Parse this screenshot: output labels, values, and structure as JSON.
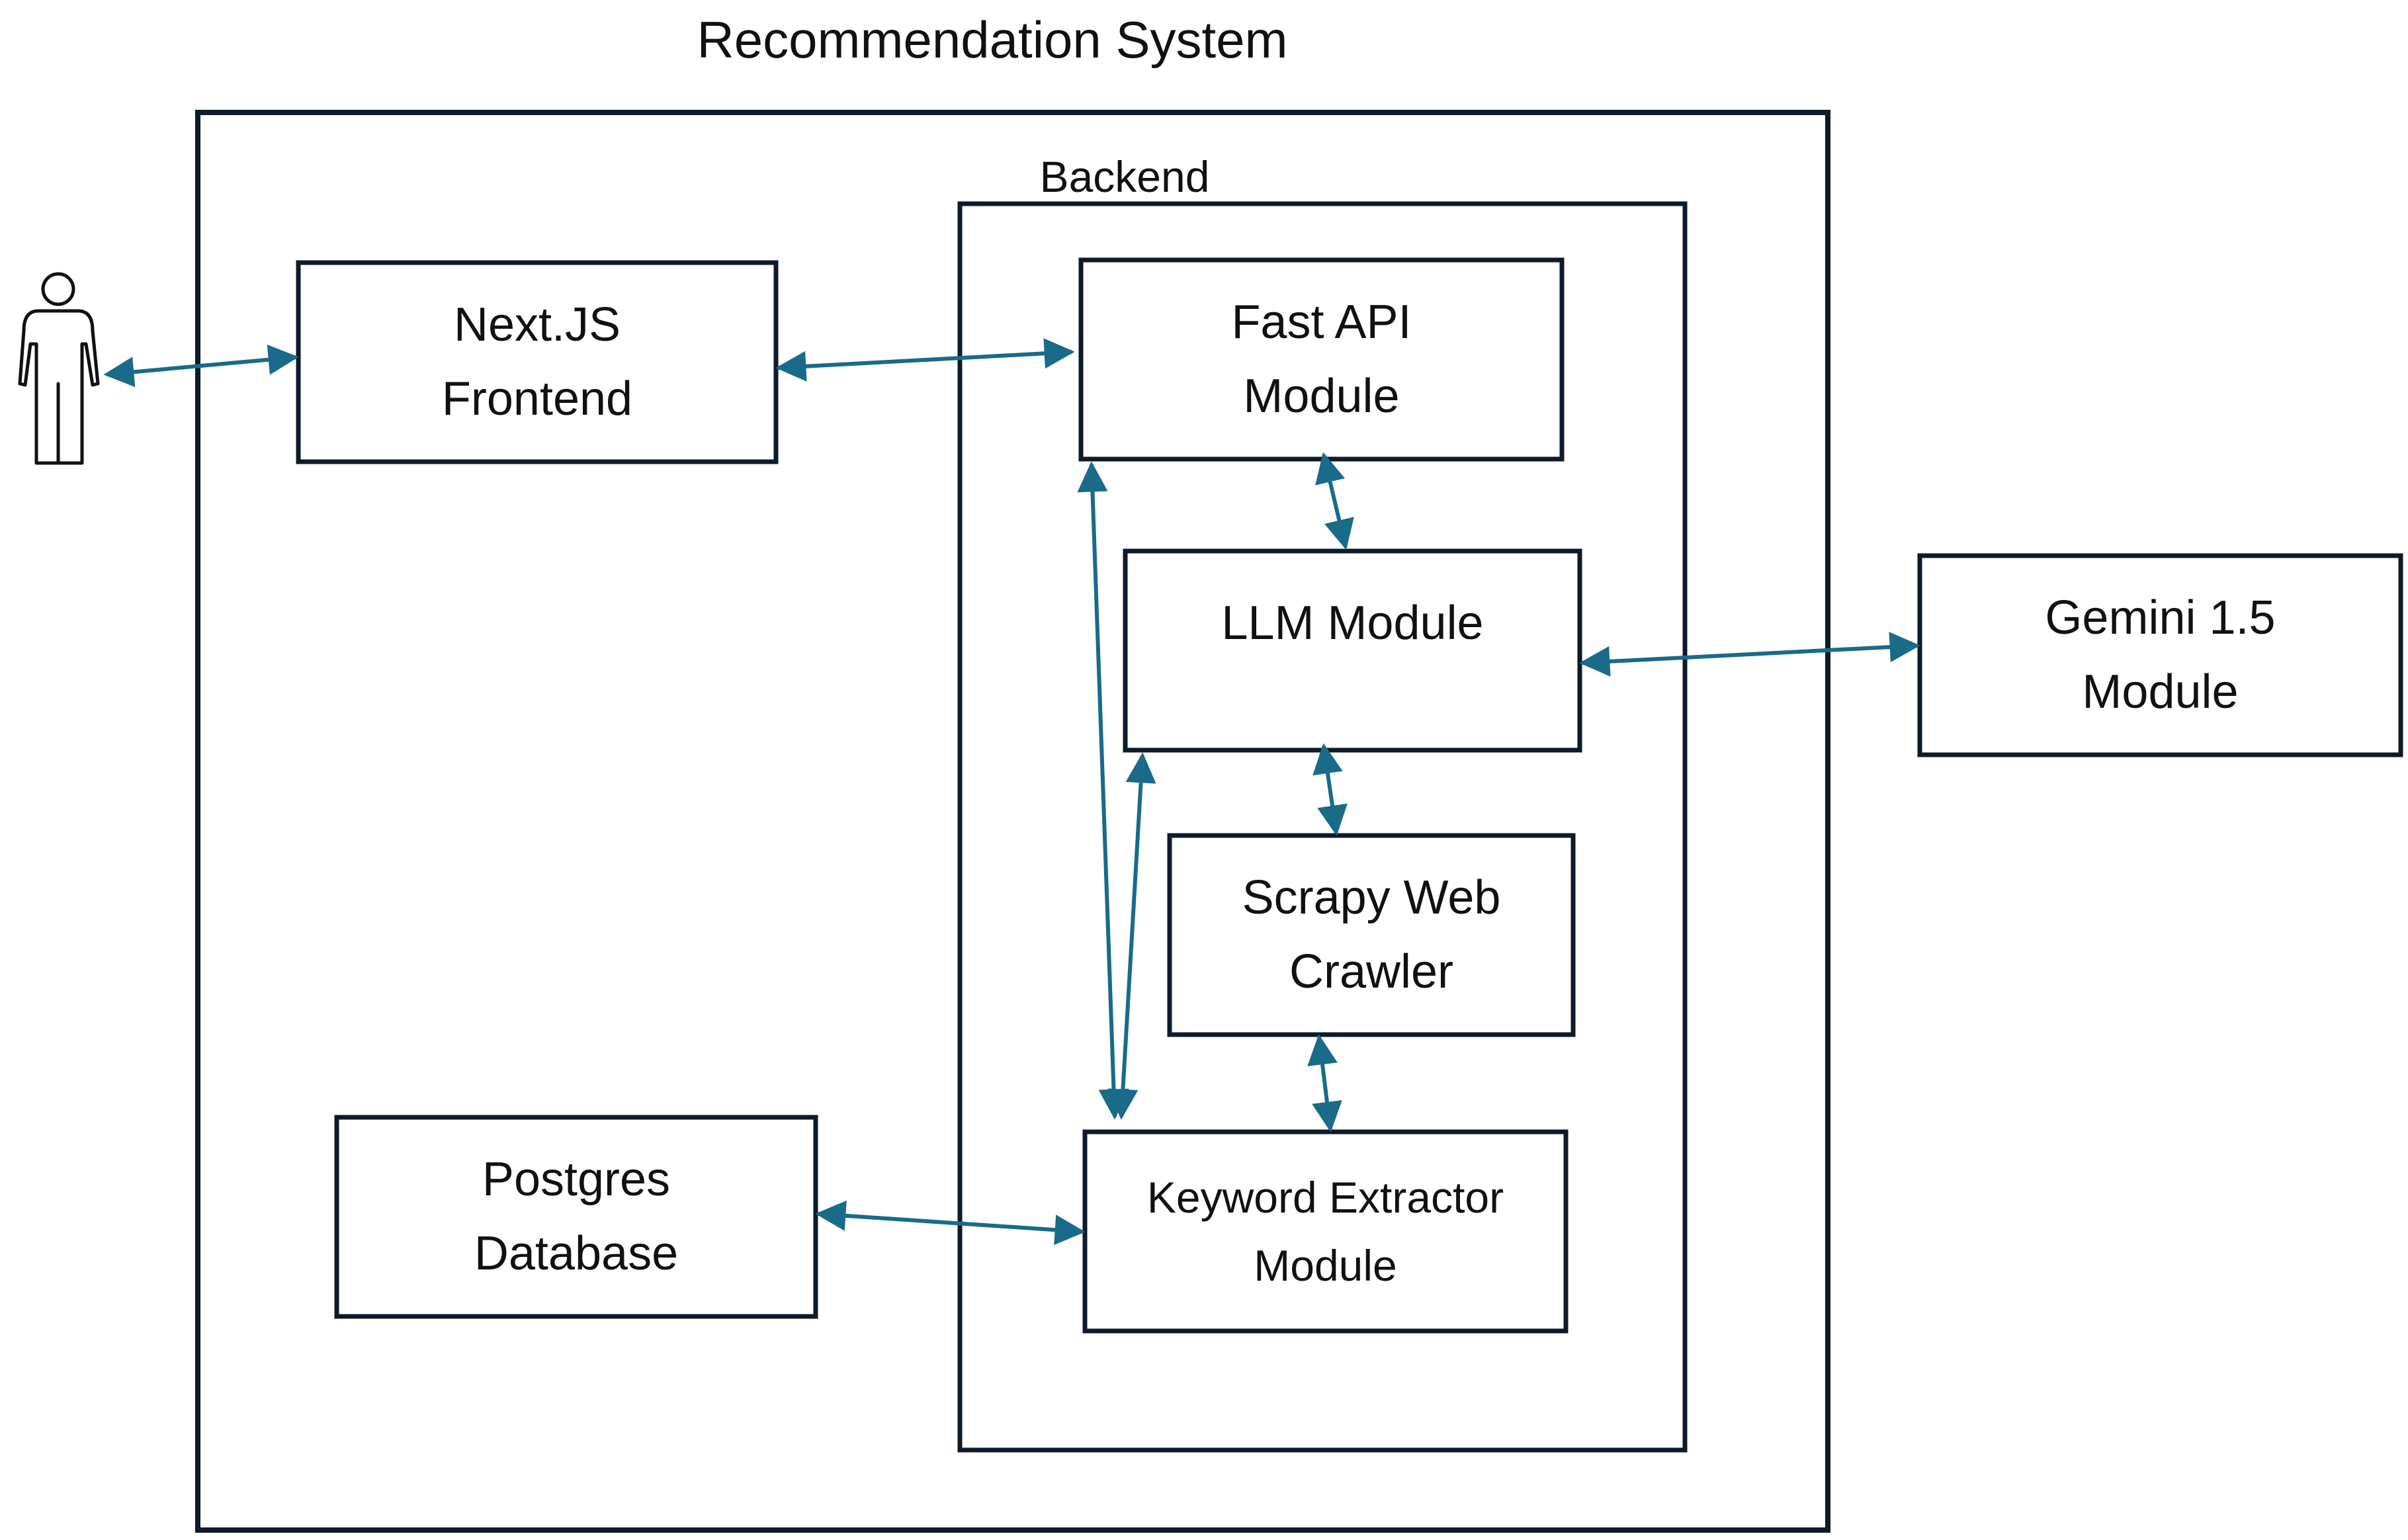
{
  "diagram": {
    "title": "Recommendation System",
    "backend_label": "Backend",
    "user_icon": "person-icon",
    "nodes": {
      "frontend": {
        "line1": "Next.JS",
        "line2": "Frontend"
      },
      "fastapi": {
        "line1": "Fast API",
        "line2": "Module"
      },
      "llm": {
        "line1": "LLM Module"
      },
      "gemini": {
        "line1": "Gemini 1.5",
        "line2": "Module"
      },
      "scrapy": {
        "line1": "Scrapy Web",
        "line2": "Crawler"
      },
      "postgres": {
        "line1": "Postgres",
        "line2": "Database"
      },
      "keyword": {
        "line1": "Keyword Extractor",
        "line2": "Module"
      }
    },
    "colors": {
      "border": "#0d1b2a",
      "arrow": "#1a6a8a"
    }
  }
}
